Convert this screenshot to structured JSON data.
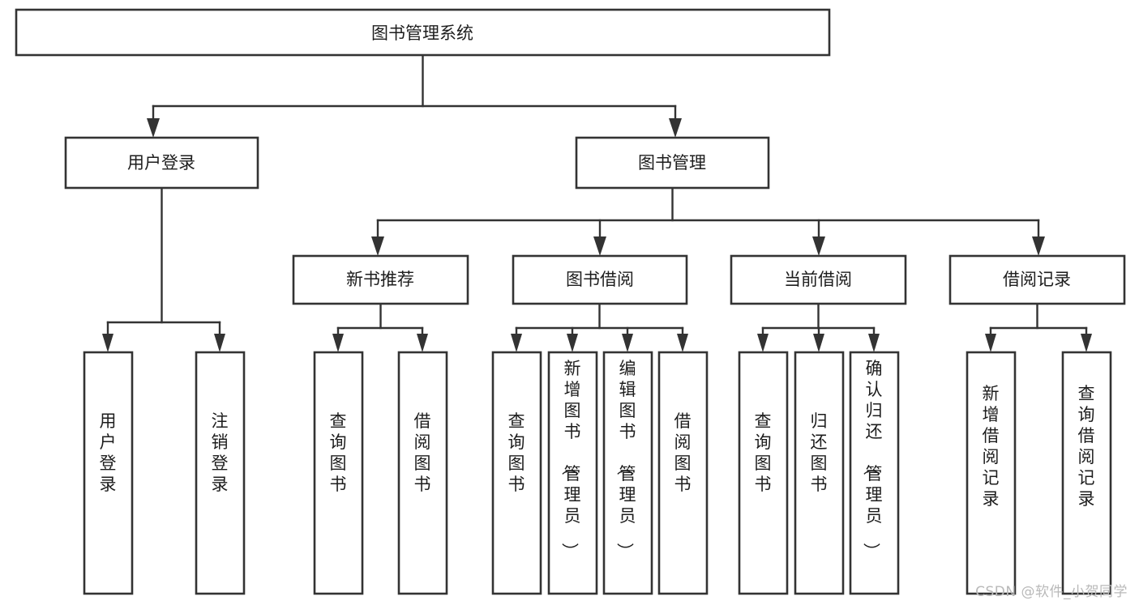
{
  "diagram": {
    "type": "tree-hierarchy",
    "title": "图书管理系统",
    "watermark": "CSDN @软件_小贺同学",
    "colors": {
      "box_stroke": "#333333",
      "box_fill": "#ffffff",
      "connector": "#333333",
      "text": "#1d1d1d",
      "watermark": "#b9b9b9",
      "background": "#ffffff"
    },
    "levels": [
      {
        "level": 1,
        "nodes": [
          {
            "id": "root",
            "label": "图书管理系统",
            "orientation": "horizontal"
          }
        ]
      },
      {
        "level": 2,
        "nodes": [
          {
            "id": "user-login",
            "label": "用户登录",
            "orientation": "horizontal",
            "parent": "root"
          },
          {
            "id": "book-manage",
            "label": "图书管理",
            "orientation": "horizontal",
            "parent": "root"
          }
        ]
      },
      {
        "level": 3,
        "nodes": [
          {
            "id": "new-book-rec",
            "label": "新书推荐",
            "orientation": "horizontal",
            "parent": "book-manage"
          },
          {
            "id": "book-borrow",
            "label": "图书借阅",
            "orientation": "horizontal",
            "parent": "book-manage"
          },
          {
            "id": "current-borrow",
            "label": "当前借阅",
            "orientation": "horizontal",
            "parent": "book-manage"
          },
          {
            "id": "borrow-record",
            "label": "借阅记录",
            "orientation": "horizontal",
            "parent": "book-manage"
          }
        ]
      },
      {
        "level": 4,
        "nodes": [
          {
            "id": "leaf-user-login",
            "label": "用户登录",
            "orientation": "vertical",
            "parent": "user-login"
          },
          {
            "id": "leaf-logout",
            "label": "注销登录",
            "orientation": "vertical",
            "parent": "user-login"
          },
          {
            "id": "leaf-query-book-1",
            "label": "查询图书",
            "orientation": "vertical",
            "parent": "new-book-rec"
          },
          {
            "id": "leaf-borrow-book-1",
            "label": "借阅图书",
            "orientation": "vertical",
            "parent": "new-book-rec"
          },
          {
            "id": "leaf-query-book-2",
            "label": "查询图书",
            "orientation": "vertical",
            "parent": "book-borrow"
          },
          {
            "id": "leaf-add-book",
            "label": "新增图书（管理员）",
            "orientation": "vertical",
            "parent": "book-borrow"
          },
          {
            "id": "leaf-edit-book",
            "label": "编辑图书（管理员）",
            "orientation": "vertical",
            "parent": "book-borrow"
          },
          {
            "id": "leaf-borrow-book-2",
            "label": "借阅图书",
            "orientation": "vertical",
            "parent": "book-borrow"
          },
          {
            "id": "leaf-query-book-3",
            "label": "查询图书",
            "orientation": "vertical",
            "parent": "current-borrow"
          },
          {
            "id": "leaf-return-book",
            "label": "归还图书",
            "orientation": "vertical",
            "parent": "current-borrow"
          },
          {
            "id": "leaf-confirm-return",
            "label": "确认归还（管理员）",
            "orientation": "vertical",
            "parent": "current-borrow"
          },
          {
            "id": "leaf-add-record",
            "label": "新增借阅记录",
            "orientation": "vertical",
            "parent": "borrow-record"
          },
          {
            "id": "leaf-query-record",
            "label": "查询借阅记录",
            "orientation": "vertical",
            "parent": "borrow-record"
          }
        ]
      }
    ]
  }
}
